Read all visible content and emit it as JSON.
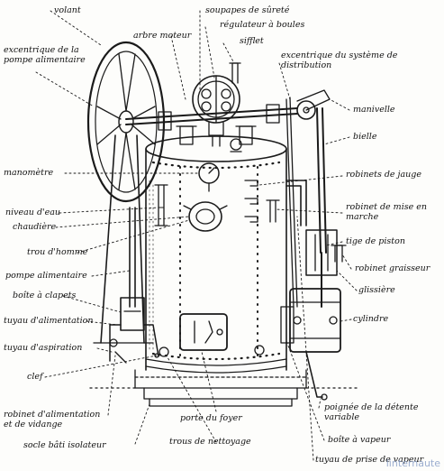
{
  "labels": {
    "volant": "volant",
    "arbre_moteur": "arbre moteur",
    "soupapes": "soupapes de sûreté",
    "regulateur": "régulateur à boules",
    "sifflet": "sifflet",
    "excentrique_pompe": "excentrique de la pompe alimentaire",
    "excentrique_distribution": "excentrique du système de distribution",
    "manivelle": "manivelle",
    "bielle": "bielle",
    "manometre": "manomètre",
    "robinets_jauge": "robinets de jauge",
    "niveau_eau": "niveau d'eau",
    "robinet_mise_marche": "robinet de mise en marche",
    "chaudiere": "chaudière",
    "tige_piston": "tige de piston",
    "trou_homme": "trou d'homme",
    "robinet_graisseur": "robinet graisseur",
    "pompe_alimentaire": "pompe alimentaire",
    "glissiere": "glissière",
    "boite_clapets": "boîte à clapets",
    "cylindre": "cylindre",
    "tuyau_alimentation": "tuyau d'alimentation",
    "tuyau_aspiration": "tuyau d'aspiration",
    "clef": "clef",
    "robinet_alimentation": "robinet d'alimentation et de vidange",
    "poignee_detente": "poignée de la détente variable",
    "porte_foyer": "porte du foyer",
    "socle": "socle bâti isolateur",
    "trous_nettoyage": "trous de nettoyage",
    "boite_vapeur": "boîte à vapeur",
    "tuyau_prise_vapeur": "tuyau de prise de vapeur"
  },
  "watermark": "linternaute"
}
